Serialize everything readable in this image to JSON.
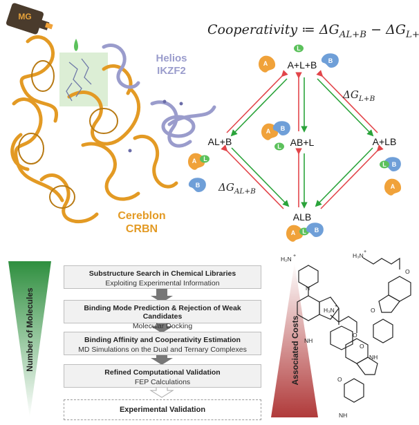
{
  "protein": {
    "helios_label": "Helios\nIKZF2",
    "cereblon_label": "Cereblon\nCRBN",
    "mg_badge": "MG"
  },
  "cycle": {
    "equation": "Cooperativity ≔ ΔG_{AL+B} − ΔG_{L+B}",
    "states": {
      "top": "A+L+B",
      "left": "AL+B",
      "center": "AB+L",
      "right": "A+LB",
      "bottom": "ALB"
    },
    "dg_lb": "ΔG_{L+B}",
    "dg_alb": "ΔG_{AL+B}",
    "glyph_a": "A",
    "glyph_b": "B",
    "glyph_l": "L"
  },
  "funnel_label": "Number of Molecules",
  "cost_label": "Associated Costs",
  "steps": [
    {
      "title": "Substructure Search in Chemical Libraries",
      "subtitle": "Exploiting Experimental Information"
    },
    {
      "title": "Binding Mode Prediction & Rejection of Weak Candidates",
      "subtitle": "Molecular Docking"
    },
    {
      "title": "Binding Affinity and Cooperativity Estimation",
      "subtitle": "MD Simulations on the Dual and Ternary Complexes"
    },
    {
      "title": "Refined Computational Validation",
      "subtitle": "FEP Calculations"
    },
    {
      "title": "Experimental Validation",
      "subtitle": ""
    }
  ],
  "chem": {
    "h3n": "H₃N",
    "h2n": "H₂N",
    "plus": "+",
    "n": "N",
    "o": "O",
    "nh": "NH"
  },
  "colors": {
    "cereblon": "#e39a24",
    "helios": "#9a9ccc",
    "ligand": "#5cc15c",
    "arrow_red": "#e2454a",
    "arrow_green": "#2aa33a",
    "funnel_green": "#3f9e4f",
    "cost_red": "#b74545"
  }
}
